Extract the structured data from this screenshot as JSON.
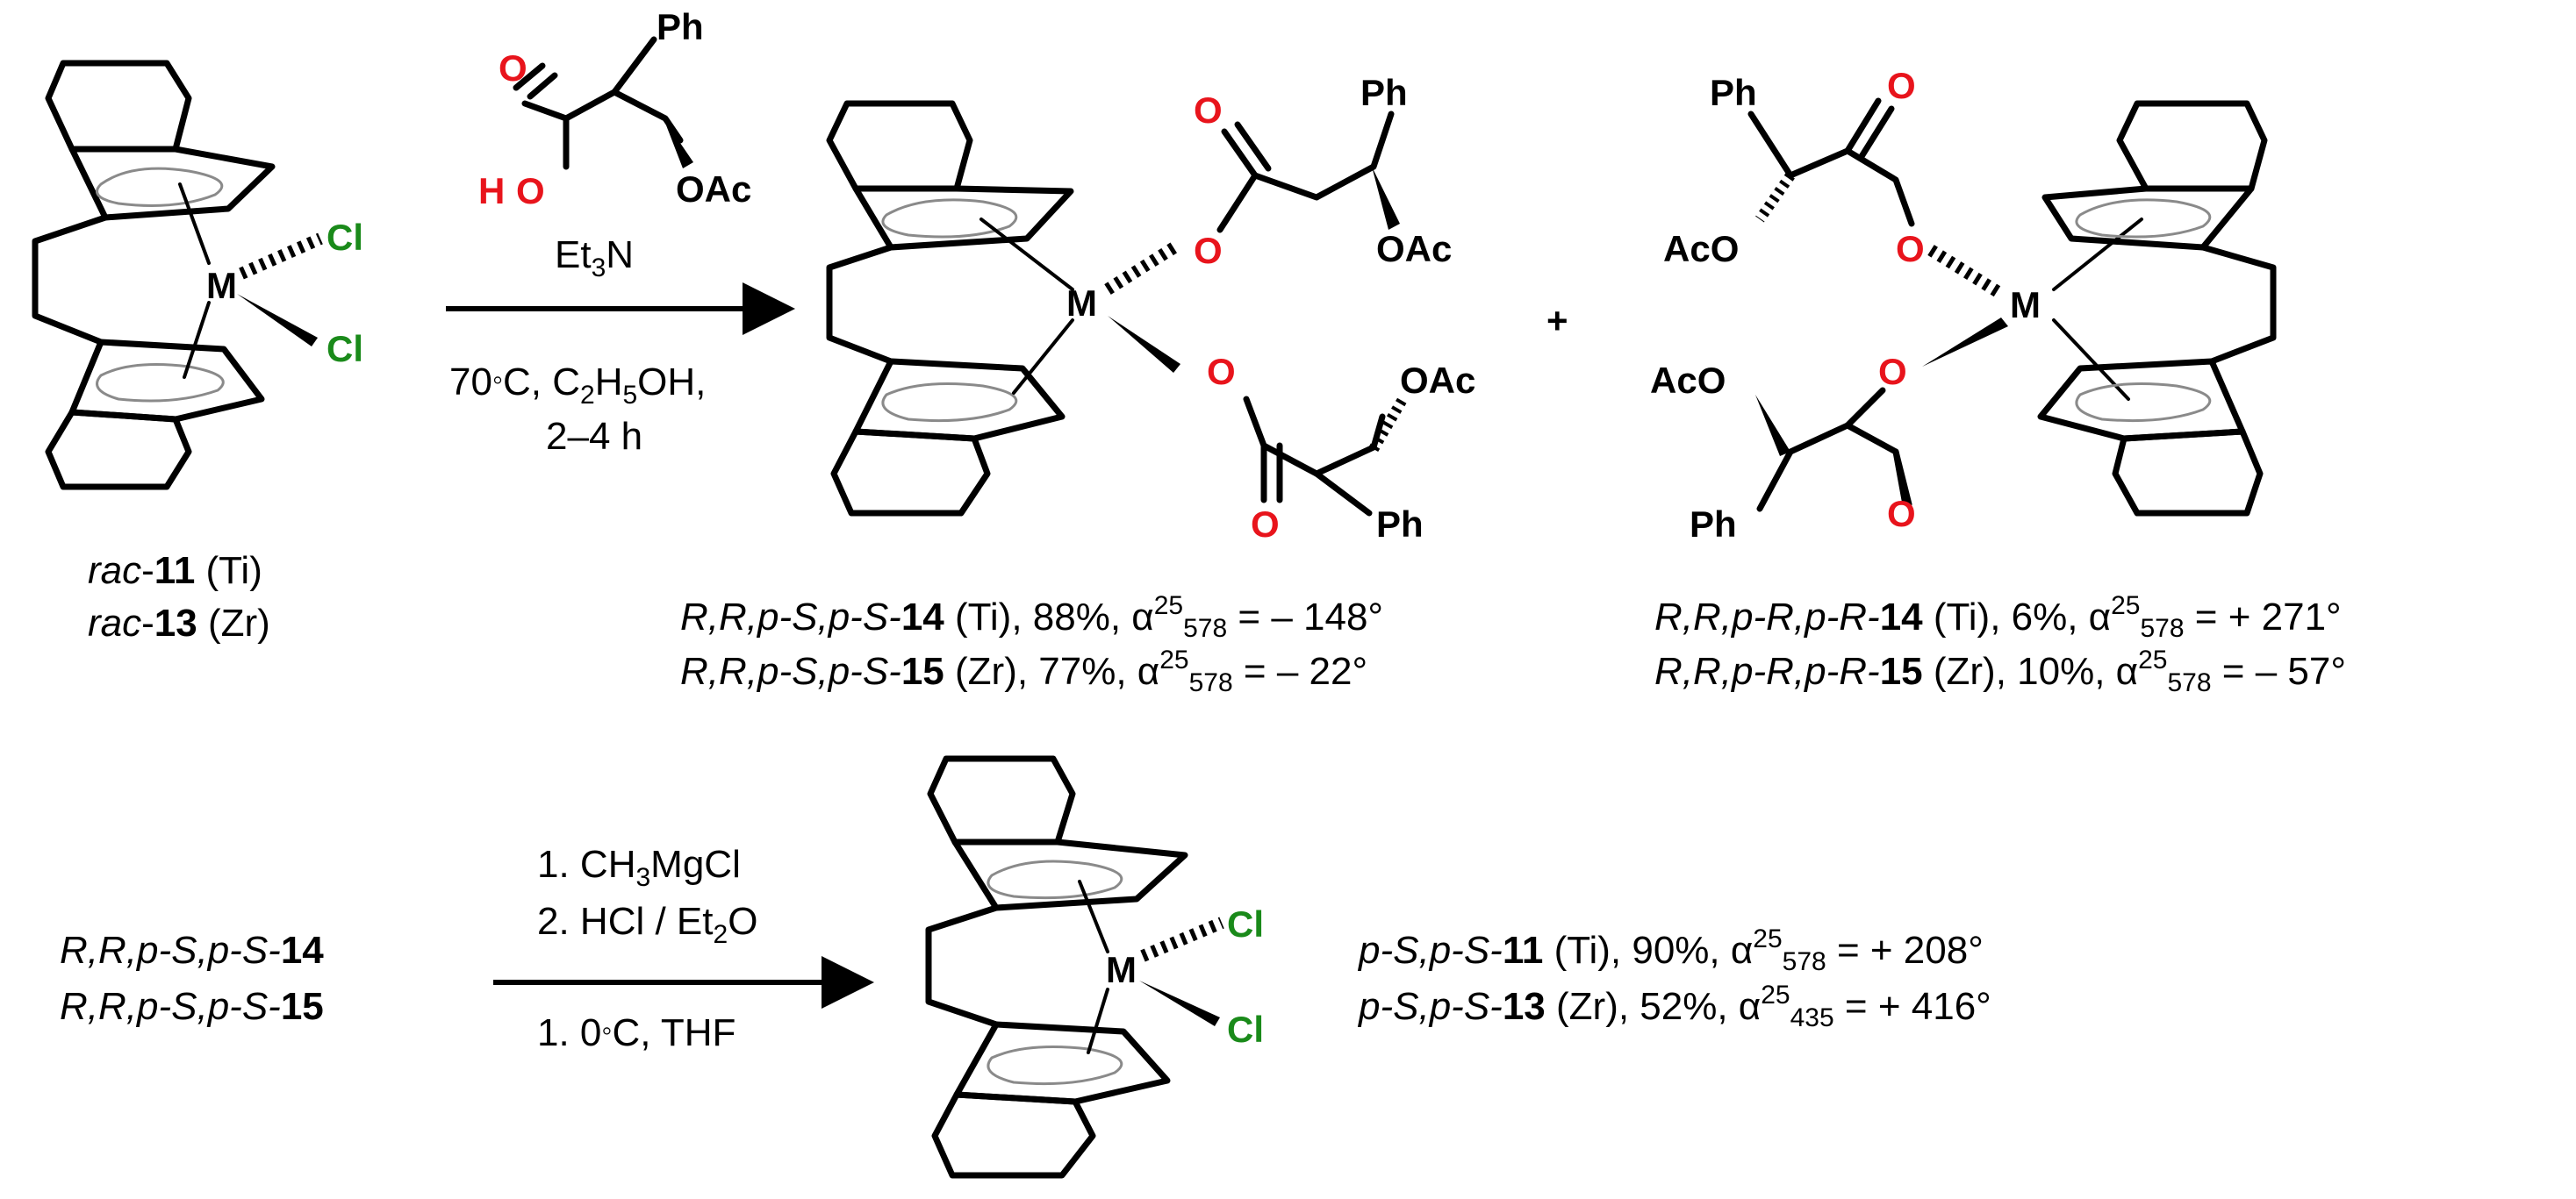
{
  "reagent": {
    "o_carbonyl": "O",
    "ho_h": "H",
    "ho_o": "O",
    "ph": "Ph",
    "oac": "OAc",
    "base": "Et",
    "base_sub": "3",
    "base_tail": "N",
    "temp": "70",
    "deg": "◦",
    "temp_c": "C, C",
    "sol_sub1": "2",
    "sol_mid": "H",
    "sol_sub2": "5",
    "sol_tail": "OH,",
    "time": "2–4 h"
  },
  "atoms": {
    "metal": "M",
    "cl": "Cl",
    "o": "O",
    "ph": "Ph",
    "oac": "OAc",
    "aco": "AcO",
    "plus": "+"
  },
  "start_labels": {
    "l1_pre": "rac",
    "l1_dash": "-",
    "l1_num": "11",
    "l1_metal": " (Ti)",
    "l2_pre": "rac",
    "l2_dash": "-",
    "l2_num": "13",
    "l2_metal": " (Zr)"
  },
  "product1_labels": {
    "l1_stereo": "R,R,p-S,p-S-",
    "l1_num": "14",
    "l1_rest": " (Ti), 88%, α",
    "l1_sup": "25",
    "l1_sub": "578",
    "l1_val": " = – 148°",
    "l2_stereo": "R,R,p-S,p-S-",
    "l2_num": "15",
    "l2_rest": " (Zr), 77%, α",
    "l2_sup": "25",
    "l2_sub": "578",
    "l2_val": " = – 22°"
  },
  "product2_labels": {
    "l1_stereo": "R,R,p-R,p-R-",
    "l1_num": "14",
    "l1_rest": " (Ti), 6%, α",
    "l1_sup": "25",
    "l1_sub": "578",
    "l1_val": " = + 271°",
    "l2_stereo": "R,R,p-R,p-R-",
    "l2_num": "15",
    "l2_rest": " (Zr), 10%, α",
    "l2_sup": "25",
    "l2_sub": "578",
    "l2_val": " = – 57°"
  },
  "step2": {
    "sm1_stereo": "R,R,p-S,p-S-",
    "sm1_num": "14",
    "sm2_stereo": "R,R,p-S,p-S-",
    "sm2_num": "15",
    "c1_a": "1. CH",
    "c1_sub": "3",
    "c1_b": "MgCl",
    "c2_a": "2. HCl / Et",
    "c2_sub": "2",
    "c2_b": "O",
    "c3_a": "1. 0",
    "c3_deg": "◦",
    "c3_b": "C, THF"
  },
  "final_labels": {
    "l1_stereo": "p-S,p-S-",
    "l1_num": "11",
    "l1_rest": " (Ti), 90%, α",
    "l1_sup": "25",
    "l1_sub": "578",
    "l1_val": " = + 208°",
    "l2_stereo": "p-S,p-S-",
    "l2_num": "13",
    "l2_rest": " (Zr), 52%, α",
    "l2_sup": "25",
    "l2_sub": "435",
    "l2_val": " = + 416°"
  },
  "colors": {
    "oxygen": "#e8141c",
    "chlorine": "#1a8a1a",
    "bond": "#000000"
  }
}
